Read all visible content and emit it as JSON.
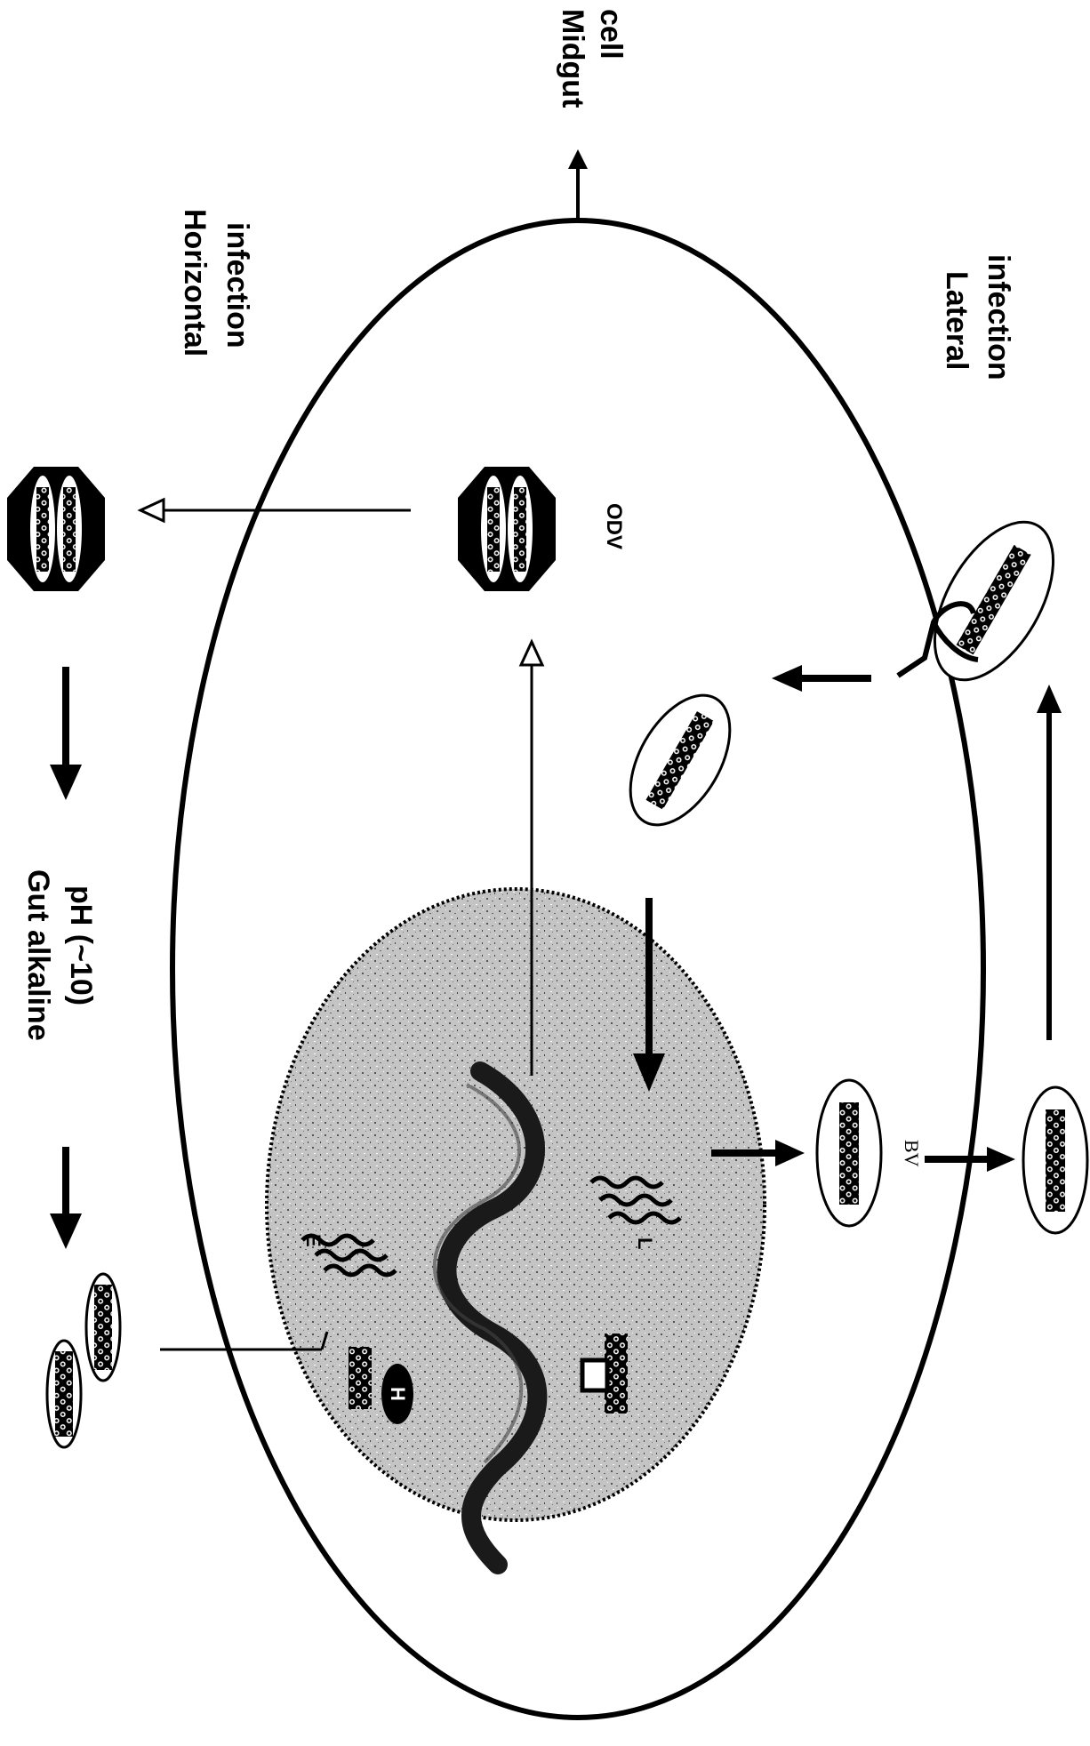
{
  "labels": {
    "midgut_cell_line1": "Midgut",
    "midgut_cell_line2": "cell",
    "horizontal_infection_line1": "Horizontal",
    "horizontal_infection_line2": "infection",
    "lateral_infection_line1": "Lateral",
    "lateral_infection_line2": "infection",
    "gut_alkaline_line1": "Gut alkaline",
    "gut_alkaline_line2": "pH (~10)",
    "odv": "ODV",
    "bv": "BV",
    "early_gene": "E",
    "late_gene": "L",
    "host_factor": "H"
  },
  "colors": {
    "ink": "#000000",
    "nucleus_fill": "#b8b8b8",
    "paper": "#ffffff"
  }
}
